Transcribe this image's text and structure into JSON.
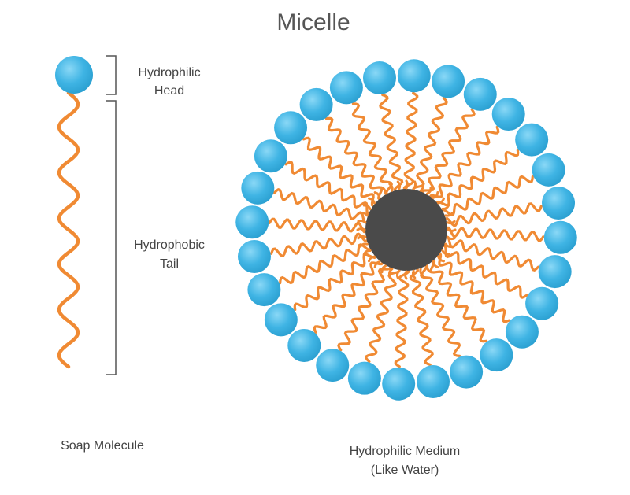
{
  "title": "Micelle",
  "molecule": {
    "head_label_line1": "Hydrophilic",
    "head_label_line2": "Head",
    "tail_label_line1": "Hydrophobic",
    "tail_label_line2": "Tail",
    "caption": "Soap Molecule"
  },
  "micelle": {
    "caption_line1": "Hydrophilic Medium",
    "caption_line2": "(Like Water)",
    "molecule_count": 28
  },
  "colors": {
    "head_fill": "#3fb4e4",
    "head_highlight": "#7fd3f4",
    "head_stroke": "#2a9fd0",
    "tail": "#f08a33",
    "core": "#4a4a4a",
    "bracket": "#555555"
  }
}
